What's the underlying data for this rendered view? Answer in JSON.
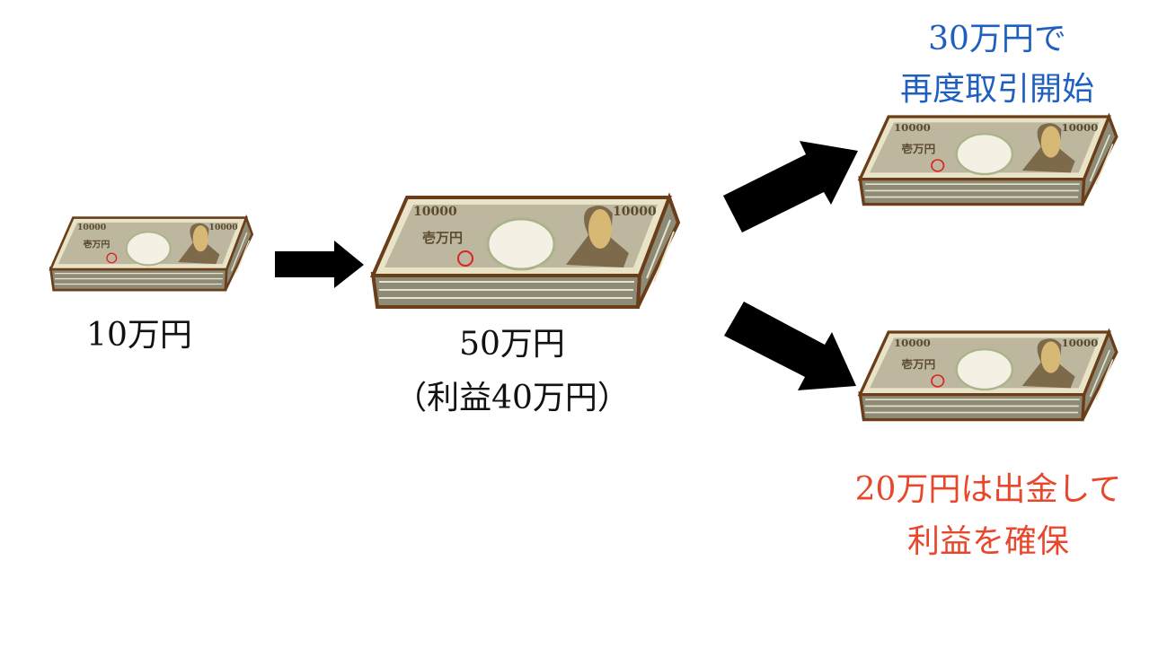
{
  "labels": {
    "start": "10万円",
    "middle_amount": "50万円",
    "middle_profit": "（利益40万円）",
    "reinvest_line1": "30万円で",
    "reinvest_line2": "再度取引開始",
    "withdraw_line1": "20万円は出金して",
    "withdraw_line2": "利益を確保"
  },
  "banknote": {
    "denomination": "10000",
    "kanji": "壱万円"
  },
  "colors": {
    "reinvest_text": "#1F5FBF",
    "withdraw_text": "#E8472B",
    "arrow": "#000000",
    "note_outline": "#6B3E1A",
    "note_face": "#E9E3C8",
    "note_pattern": "#8A7B58"
  }
}
